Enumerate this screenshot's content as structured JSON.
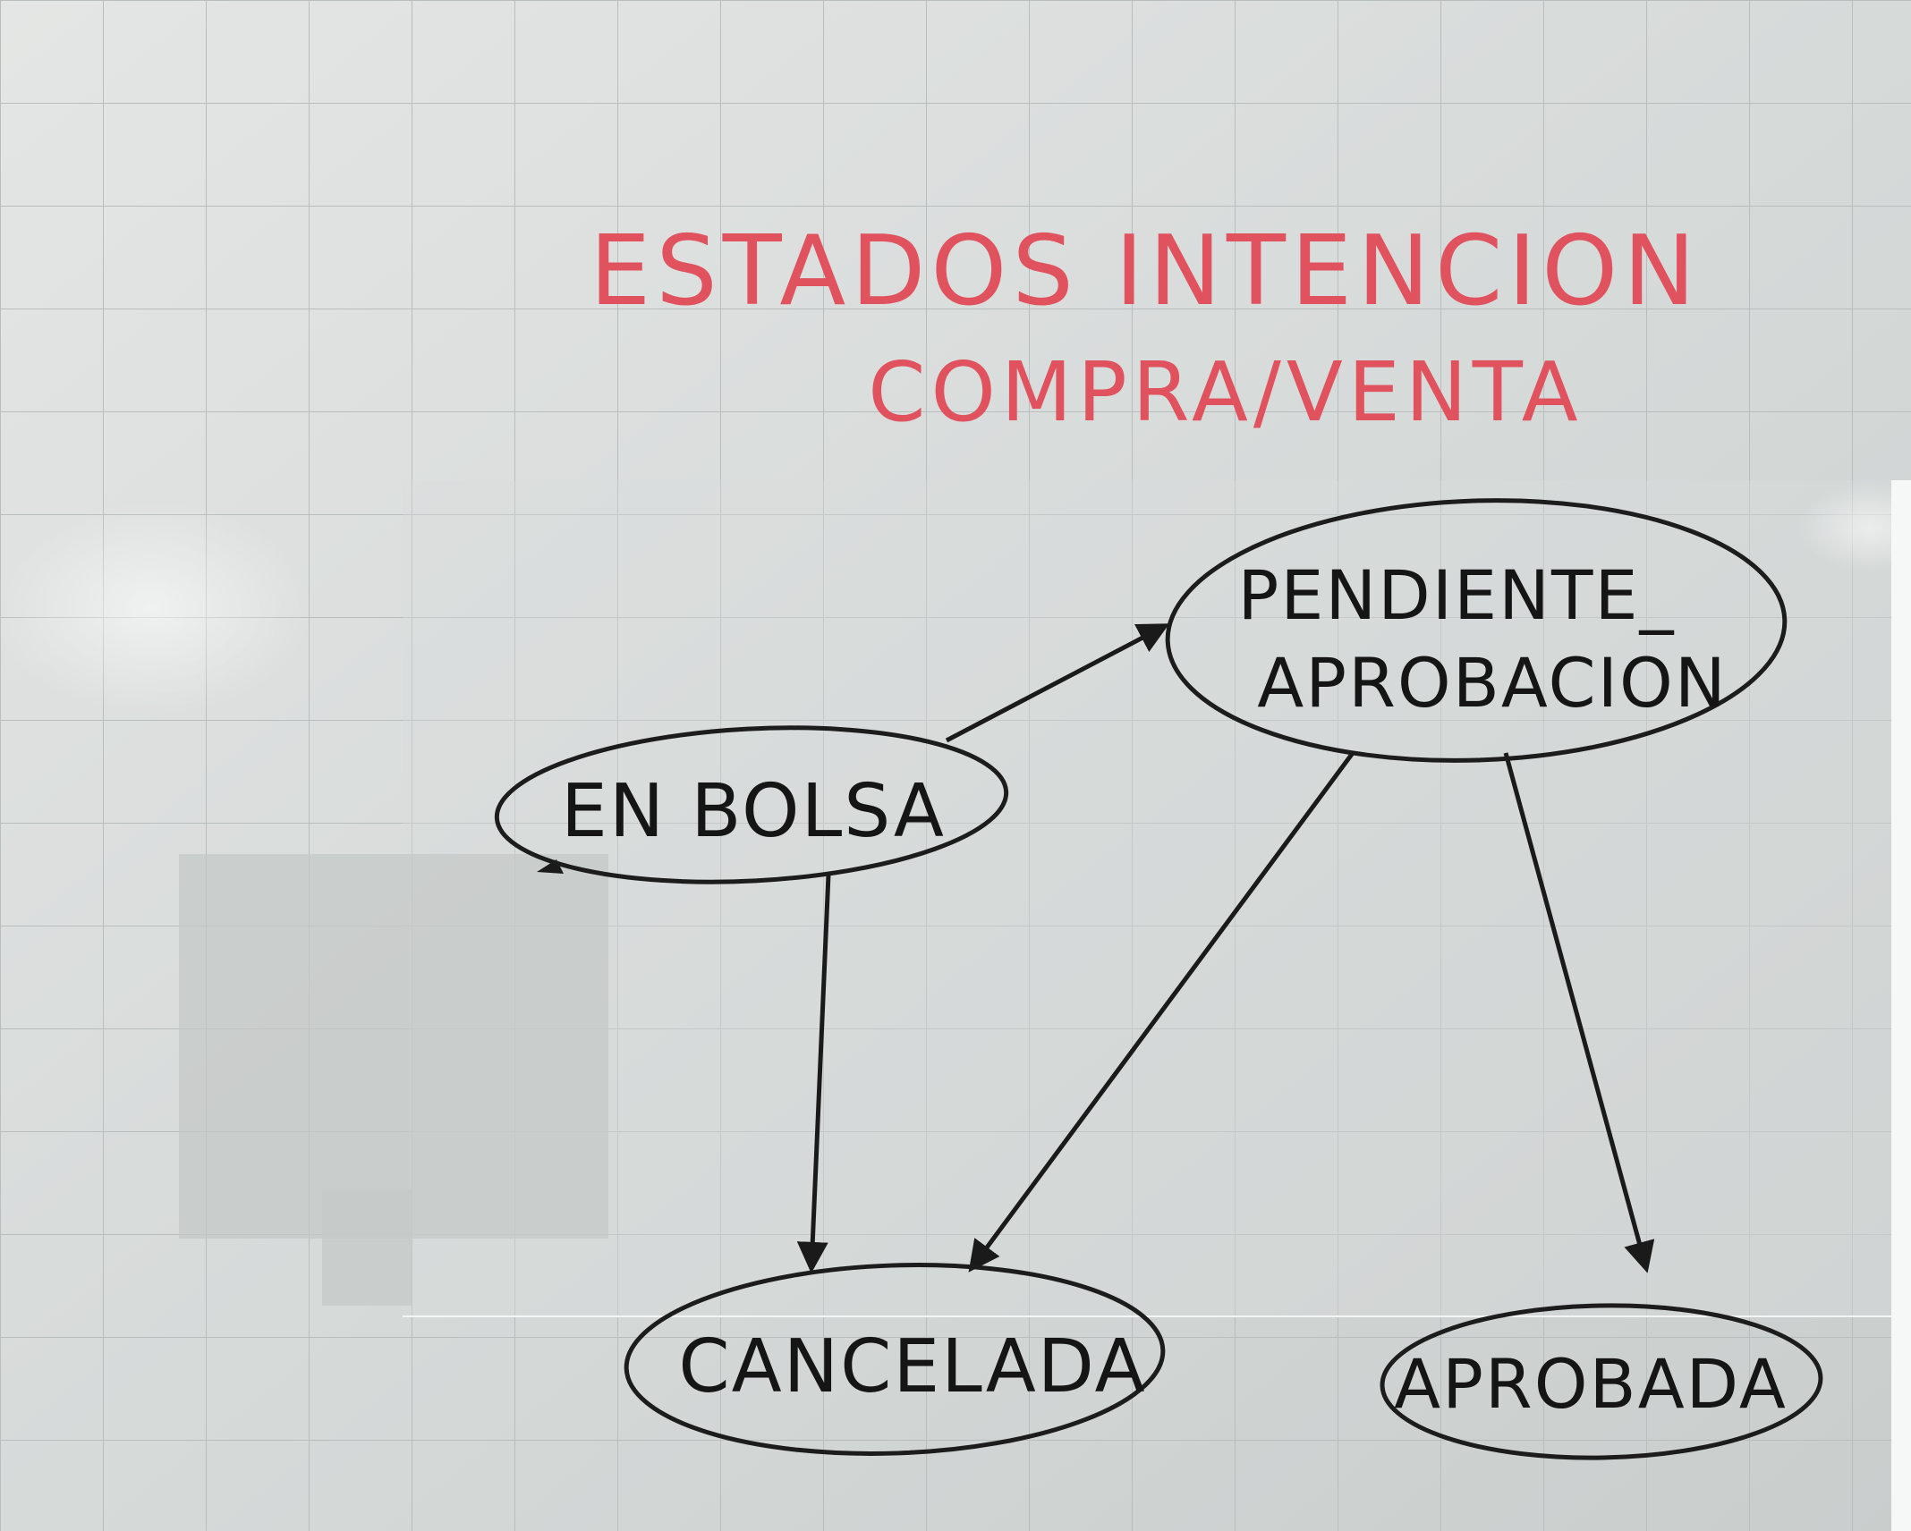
{
  "title": {
    "line1": "ESTADOS INTENCION",
    "line2": "COMPRA/VENTA"
  },
  "nodes": {
    "en_bolsa": "EN BOLSA",
    "pendiente_line1": "PENDIENTE_",
    "pendiente_line2": "APROBACION",
    "cancelada": "CANCELADA",
    "aprobada": "APROBADA"
  },
  "edges": [
    {
      "from": "EN BOLSA",
      "to": "PENDIENTE_ APROBACION"
    },
    {
      "from": "EN BOLSA",
      "to": "CANCELADA"
    },
    {
      "from": "PENDIENTE_ APROBACION",
      "to": "CANCELADA"
    },
    {
      "from": "PENDIENTE_ APROBACION",
      "to": "APROBADA"
    }
  ],
  "colors": {
    "board": "#cfd3d2",
    "title_marker": "#e0525e",
    "ink": "#1a1a1a"
  }
}
